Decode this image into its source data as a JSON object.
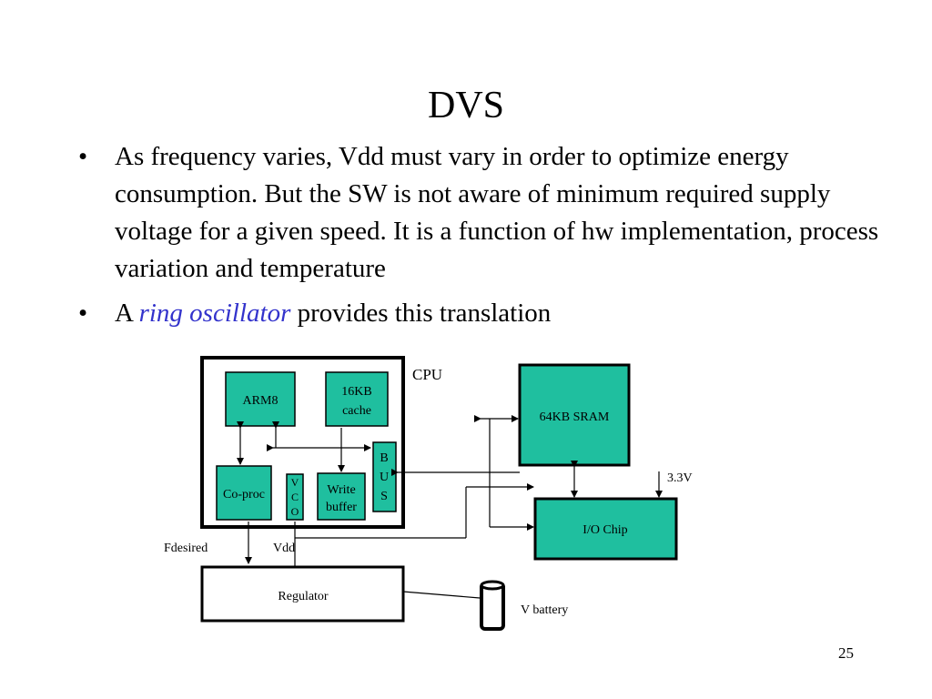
{
  "slide": {
    "title": "DVS",
    "bullets": [
      {
        "symbol": "•",
        "text": "As frequency varies, Vdd must vary in order to optimize energy consumption. But the SW is not aware of minimum required supply voltage for a given speed. It is a function of hw implementation, process variation and temperature"
      },
      {
        "symbol": "•",
        "prefix": "A ",
        "term": "ring oscillator",
        "suffix": " provides this translation"
      }
    ],
    "page_number": "25"
  },
  "diagram": {
    "cpu_label": "CPU",
    "arm8": "ARM8",
    "cache_line1": "16KB",
    "cache_line2": "cache",
    "bus_b": "B",
    "bus_u": "U",
    "bus_s": "S",
    "coproc": "Co-proc",
    "vco_v": "V",
    "vco_c": "C",
    "vco_o": "O",
    "write_line1": "Write",
    "write_line2": "buffer",
    "sram": "64KB SRAM",
    "io_chip": "I/O Chip",
    "v33": "3.3V",
    "fdesired": "Fdesired",
    "vdd": "Vdd",
    "regulator": "Regulator",
    "vbattery": "V battery",
    "colors": {
      "block_fill": "#1fbf9f",
      "term_color": "#3333cc"
    }
  }
}
